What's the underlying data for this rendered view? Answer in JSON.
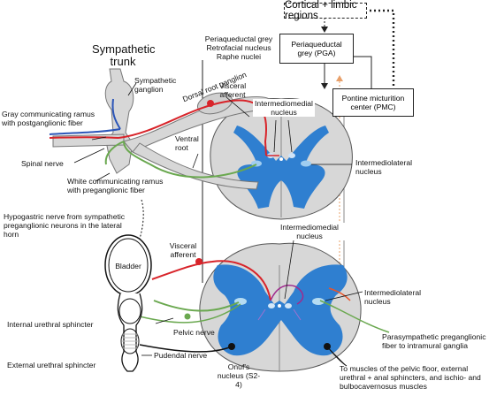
{
  "colors": {
    "gray_matter": "#2f7fd0",
    "white_matter": "#d7d7d7",
    "afferent": "#d8242a",
    "preganglionic": "#6aa84f",
    "postganglionic": "#2b55b8",
    "descending": "#e8a06a"
  },
  "top": {
    "cortical_box": "Cortical + limbic regions",
    "pag_box": "Periaqueductal grey (PGA)",
    "pmc_box": "Pontine micturition center (PMC)",
    "brainstem_list": [
      "Periaqueductal grey",
      "Retrofacial nucleus",
      "Raphe nuclei"
    ]
  },
  "upper_labels": {
    "sympathetic_trunk": "Sympathetic trunk",
    "sympathetic_ganglion": "Sympathetic ganglion",
    "gray_ramus": "Gray communicating ramus with postganglionic fiber",
    "spinal_nerve": "Spinal nerve",
    "white_ramus": "White communicating ramus with preganglionic fiber",
    "dorsal_root_ganglion": "Dorsal root ganglion",
    "visceral_afferent": "Visceral afferent",
    "intermediomedial": "Intermediomedial nucleus",
    "ventral_root": "Ventral root",
    "intermediolateral": "Intermediolateral nucleus"
  },
  "lower_labels": {
    "hypogastric": "Hypogastric nerve from sympathetic preganglionic neurons in the lateral horn",
    "visceral_afferent": "Visceral afferent",
    "bladder": "Bladder",
    "internal_sphincter": "Internal urethral sphincter",
    "pelvic_nerve": "Pelvic nerve",
    "external_sphincter": "External urethral sphincter",
    "pudendal_nerve": "Pudendal nerve",
    "onuf": "Onuf's nucleus (S2-4)",
    "intermediomedial": "Intermediomedial nucleus",
    "intermediolateral": "Intermediolateral nucleus",
    "parasympathetic": "Parasympathetic preganglionic fiber to intramural ganglia",
    "muscles": "To muscles of the pelvic floor, external urethral + anal sphincters, and ischio- and bulbocavernosus muscles"
  }
}
